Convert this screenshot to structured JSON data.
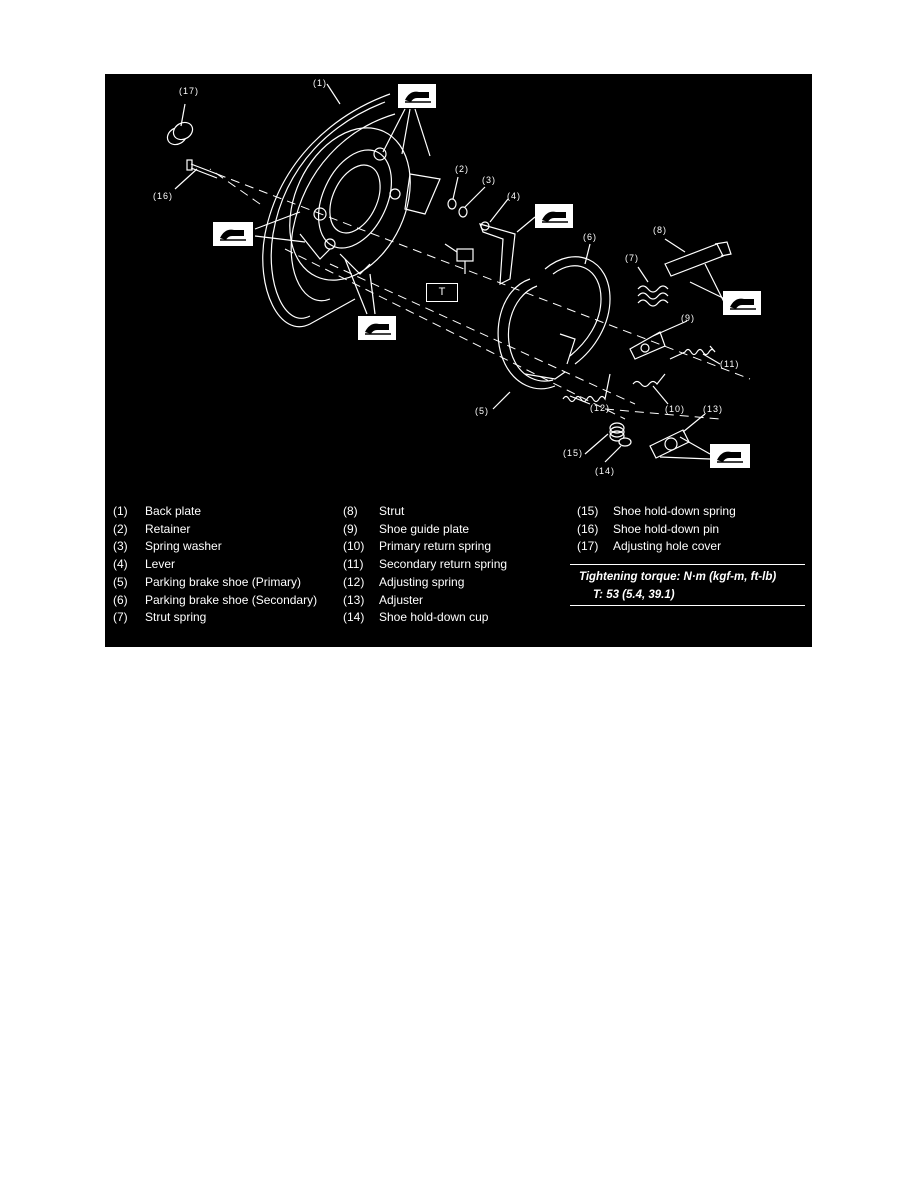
{
  "callouts": {
    "c1": "(1)",
    "c2": "(2)",
    "c3": "(3)",
    "c4": "(4)",
    "c5": "(5)",
    "c6": "(6)",
    "c7": "(7)",
    "c8": "(8)",
    "c9": "(9)",
    "c10": "(10)",
    "c11": "(11)",
    "c12": "(12)",
    "c13": "(13)",
    "c14": "(14)",
    "c15": "(15)",
    "c16": "(16)",
    "c17": "(17)"
  },
  "torque_marker": "T",
  "legend": [
    {
      "num": "(1)",
      "name": "Back plate"
    },
    {
      "num": "(2)",
      "name": "Retainer"
    },
    {
      "num": "(3)",
      "name": "Spring washer"
    },
    {
      "num": "(4)",
      "name": "Lever"
    },
    {
      "num": "(5)",
      "name": "Parking brake shoe (Primary)"
    },
    {
      "num": "(6)",
      "name": "Parking brake shoe (Secondary)"
    },
    {
      "num": "(7)",
      "name": "Strut spring"
    },
    {
      "num": "(8)",
      "name": "Strut"
    },
    {
      "num": "(9)",
      "name": "Shoe guide plate"
    },
    {
      "num": "(10)",
      "name": "Primary return spring"
    },
    {
      "num": "(11)",
      "name": "Secondary return spring"
    },
    {
      "num": "(12)",
      "name": "Adjusting spring"
    },
    {
      "num": "(13)",
      "name": "Adjuster"
    },
    {
      "num": "(14)",
      "name": "Shoe hold-down cup"
    },
    {
      "num": "(15)",
      "name": "Shoe hold-down spring"
    },
    {
      "num": "(16)",
      "name": "Shoe hold-down pin"
    },
    {
      "num": "(17)",
      "name": "Adjusting hole cover"
    }
  ],
  "torque": {
    "title": "Tightening torque: N·m (kgf-m, ft-lb)",
    "value": "T:   53 (5.4, 39.1)"
  },
  "icons": {
    "grease": "grease-application-icon"
  },
  "colors": {
    "background": "#000000",
    "foreground": "#ffffff"
  }
}
